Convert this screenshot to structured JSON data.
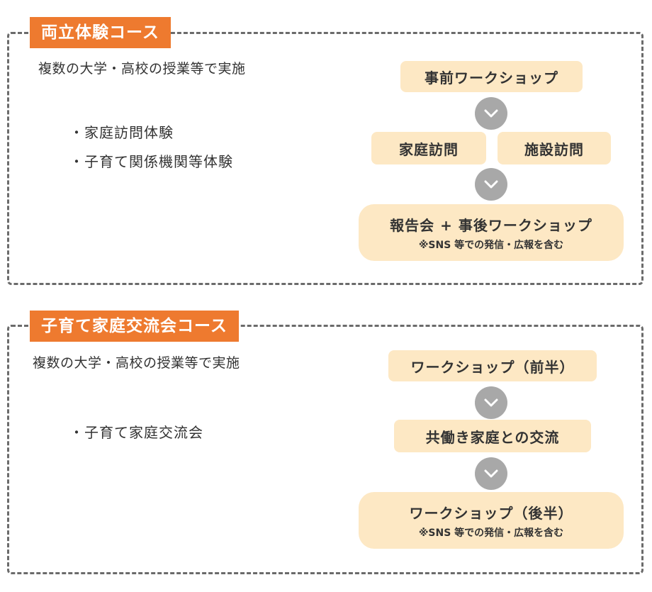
{
  "course1": {
    "title": "両立体験コース",
    "subtitle": "複数の大学・高校の授業等で実施",
    "bullets": [
      "・家庭訪問体験",
      "・子育て関係機関等体験"
    ],
    "flow": {
      "step1": "事前ワークショップ",
      "step2a": "家庭訪問",
      "step2b": "施設訪問",
      "step3": "報告会 + 事後ワークショップ",
      "step3_note": "※SNS 等での発信・広報を含む"
    }
  },
  "course2": {
    "title": "子育て家庭交流会コース",
    "subtitle": "複数の大学・高校の授業等で実施",
    "bullets": [
      "・子育て家庭交流会"
    ],
    "flow": {
      "step1": "ワークショップ（前半）",
      "step2": "共働き家庭との交流",
      "step3": "ワークショップ（後半）",
      "step3_note": "※SNS 等での発信・広報を含む"
    }
  },
  "icons": {
    "arrow": "chevron-down-icon"
  },
  "colors": {
    "title_bg": "#ee7a2f",
    "step_bg": "#fde8c4",
    "arrow_bg": "#a8a8a8",
    "border": "#6b6b6b"
  }
}
